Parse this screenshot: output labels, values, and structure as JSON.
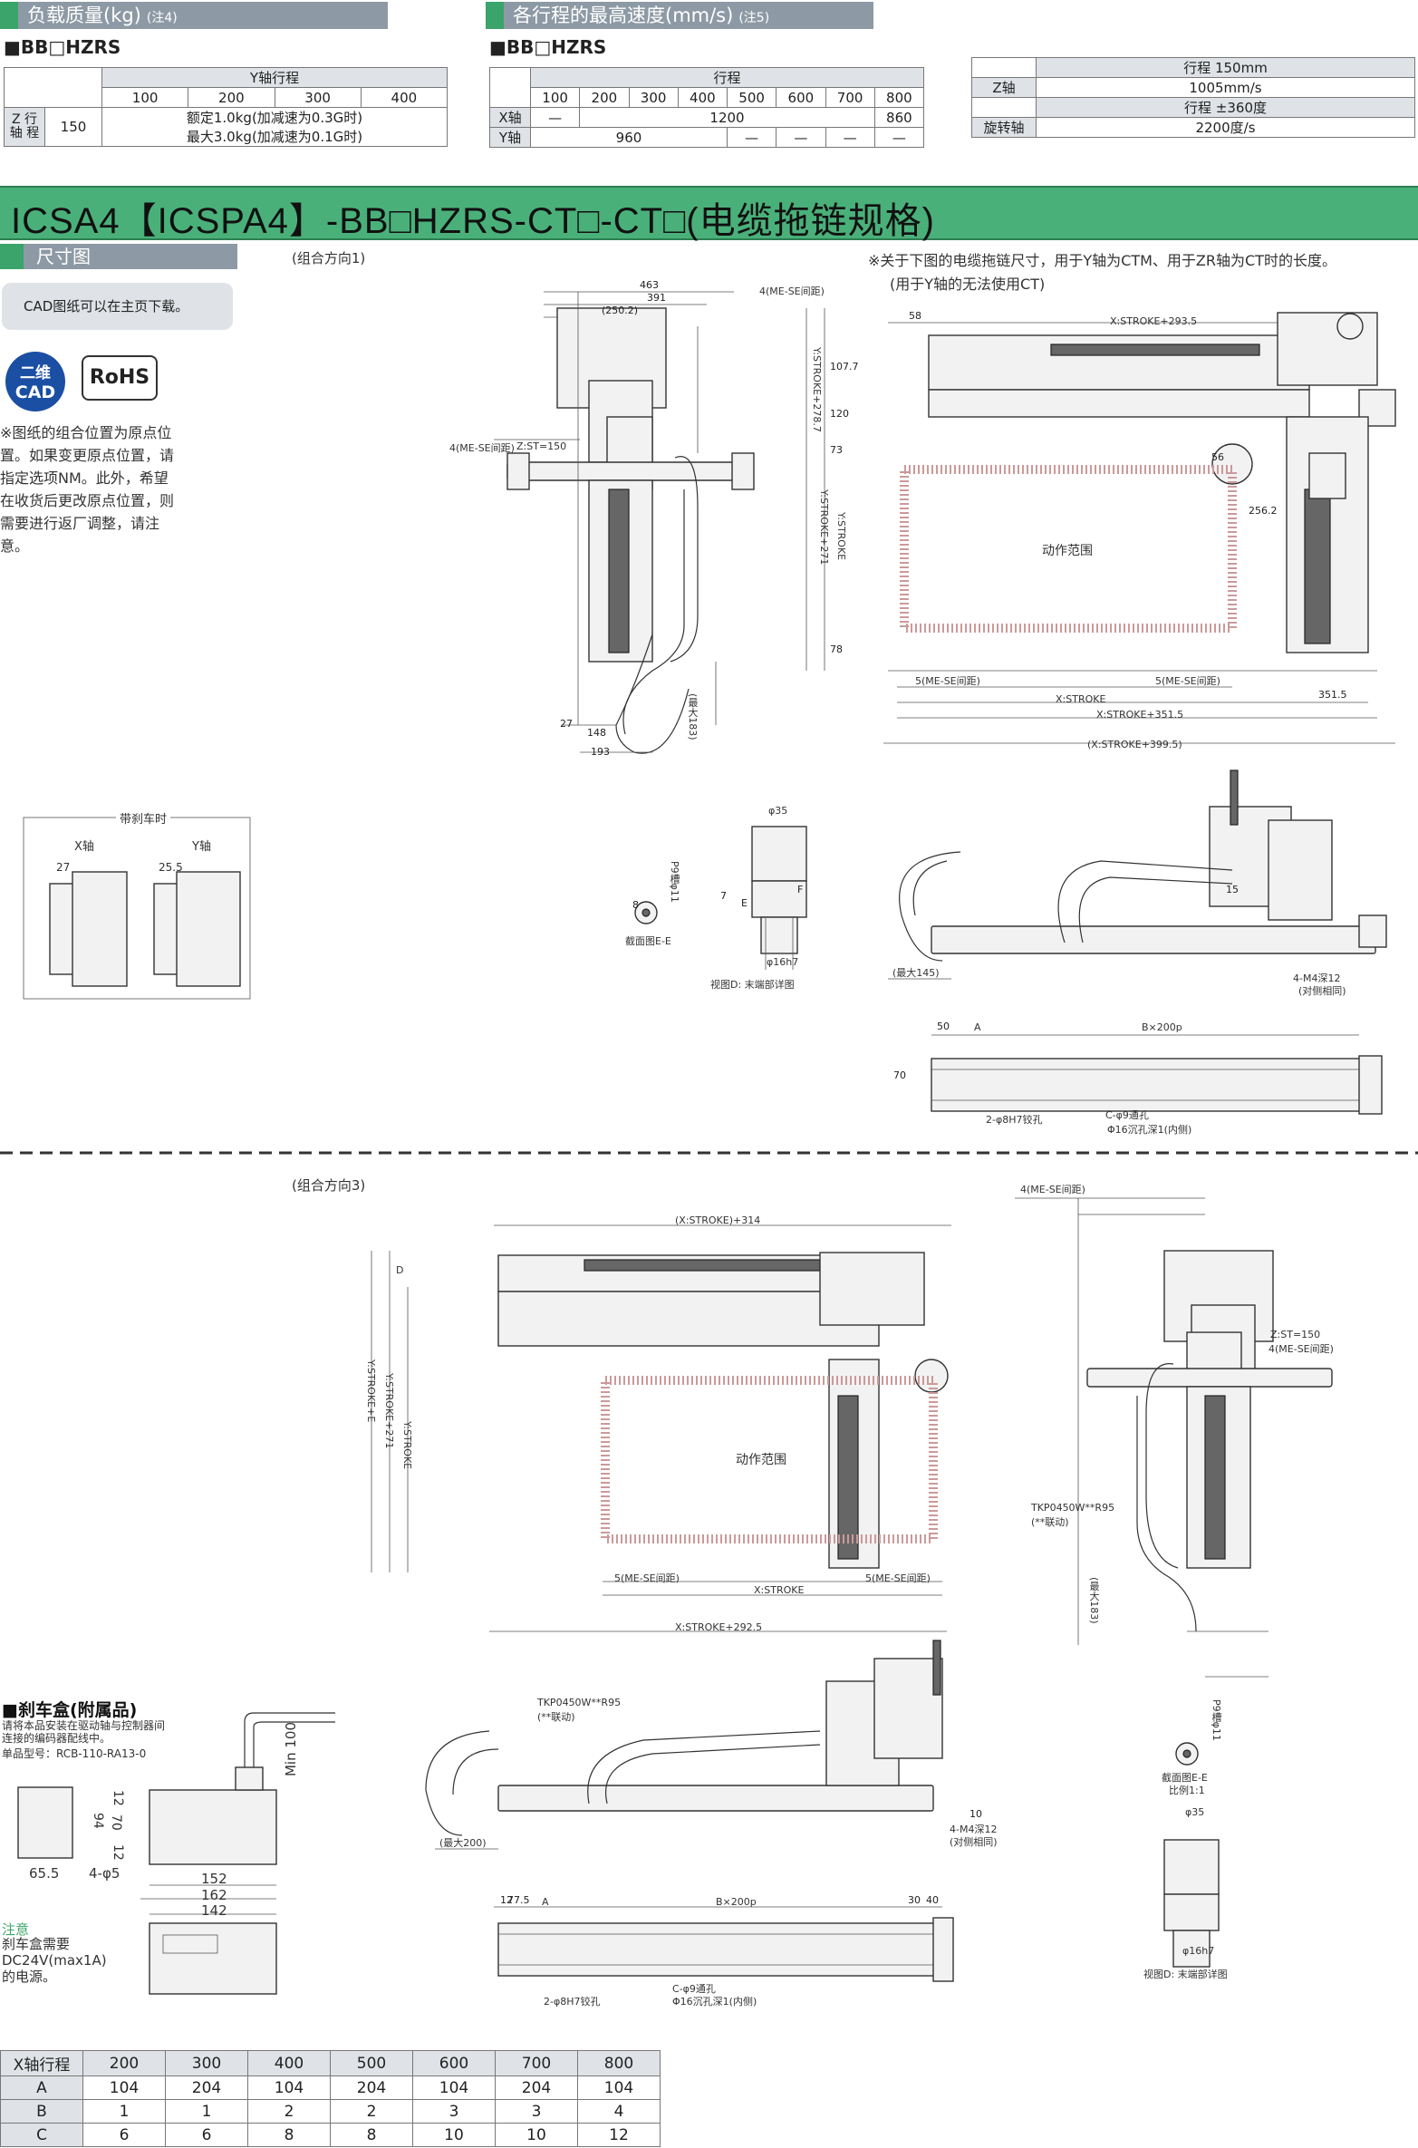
{
  "payload": {
    "heading": "负载质量(kg)",
    "note": "(注4)",
    "model": "■BB□HZRS",
    "y_stroke_label": "Y轴行程",
    "y_strokes": [
      "100",
      "200",
      "300",
      "400"
    ],
    "z_axis_label": "Z 行轴 程",
    "z_value": "150",
    "rated": "额定1.0kg(加减速为0.3G时)",
    "max": "最大3.0kg(加减速为0.1G时)"
  },
  "speed": {
    "heading": "各行程的最高速度(mm/s)",
    "note": "(注5)",
    "model": "■BB□HZRS",
    "stroke_label": "行程",
    "strokes": [
      "100",
      "200",
      "300",
      "400",
      "500",
      "600",
      "700",
      "800"
    ],
    "x_label": "X轴",
    "x_dash": "—",
    "x_mid": "1200",
    "x_last": "860",
    "y_label": "Y轴",
    "y_val": "960",
    "dash": "—"
  },
  "z_speed": {
    "stroke_head": "行程 150mm",
    "z_label": "Z轴",
    "z_value": "1005mm/s",
    "rot_head": "行程 ±360度",
    "rot_label": "旋转轴",
    "rot_value": "2200度/s"
  },
  "title": "ICSA4【ICSPA4】-BB□HZRS-CT□-CT□(电缆拖链规格)",
  "subtitle": "尺寸图",
  "cad_note": "CAD图纸可以在主页下载。",
  "badges": {
    "cad_top": "二维",
    "cad_bottom": "CAD",
    "rohs": "RoHS"
  },
  "origin_note": "※图纸的组合位置为原点位置。如果变更原点位置，请指定选项NM。此外，希望在收货后更改原点位置，则需要进行返厂调整，请注意。",
  "combo1": "(组合方向1)",
  "combo3": "(组合方向3)",
  "chain_note_1": "※关于下图的电缆拖链尺寸，用于Y轴为CTM、用于ZR轴为CT时的长度。",
  "chain_note_2": "(用于Y轴的无法使用CT)",
  "brake": {
    "title": "带刹车时",
    "x": "X轴",
    "y": "Y轴",
    "x_dim": "27",
    "y_dim": "25.5"
  },
  "labels": {
    "range": "动作范围",
    "me_se": "5(ME-SE间距)",
    "me_se_4": "4(ME-SE间距)",
    "zst": "Z:ST=150",
    "x_stroke": "X:STROKE",
    "x_stroke_351": "X:STROKE+351.5",
    "x_stroke_399": "(X:STROKE+399.5)",
    "x_stroke_293": "X:STROKE+293.5",
    "x_stroke_292": "X:STROKE+292.5",
    "x_stroke_314": "(X:STROKE)+314",
    "y_stroke_278": "Y:STROKE+278.7",
    "y_stroke_271": "Y:STROKE+271",
    "y_stroke": "Y:STROKE",
    "y_stroke_e": "Y:STROKE+E",
    "max183": "(最大183)",
    "max145": "(最大145)",
    "max200": "(最大200)",
    "section": "截面图E-E",
    "section_scale": "比例1:1",
    "view_d": "视图D: 末端部详图",
    "m4": "4-M4深12",
    "m4_sub": "(对侧相同)",
    "phi8": "2-φ8H7铰孔",
    "c_hole": "C-φ9通孔",
    "c_hole_sub": "Φ16沉孔深1(内侧)",
    "a": "A",
    "b200": "B×200p",
    "tkp": "TKP0450W**R95",
    "tkp_sub": "(**联动)",
    "phi35": "φ35",
    "phi16": "φ16h7",
    "p9": "P9槽φ11",
    "d": "D"
  },
  "dims": [
    "463",
    "391",
    "(250.2)",
    "58",
    "107.7",
    "120",
    "73",
    "78",
    "56",
    "256.2",
    "351.5",
    "148",
    "193",
    "27",
    "50",
    "70",
    "12",
    "77.5",
    "30",
    "40",
    "7",
    "15",
    "10",
    "8",
    "E",
    "F"
  ],
  "brakebox": {
    "title": "■刹车盒(附属品)",
    "desc": "请将本品安装在驱动轴与控制器间连接的编码器配线中。",
    "model": "单品型号：RCB-110-RA13-0",
    "dims": [
      "65.5",
      "94",
      "70",
      "12",
      "12",
      "4-φ5",
      "152",
      "162",
      "142",
      "Min 100"
    ],
    "note_title": "注意",
    "note": "刹车盒需要DC24V(max1A)的电源。"
  },
  "stroke_table": {
    "header": [
      "X轴行程",
      "200",
      "300",
      "400",
      "500",
      "600",
      "700",
      "800"
    ],
    "rows": [
      [
        "A",
        "104",
        "204",
        "104",
        "204",
        "104",
        "204",
        "104"
      ],
      [
        "B",
        "1",
        "1",
        "2",
        "2",
        "3",
        "3",
        "4"
      ],
      [
        "C",
        "6",
        "6",
        "8",
        "8",
        "10",
        "10",
        "12"
      ]
    ]
  }
}
